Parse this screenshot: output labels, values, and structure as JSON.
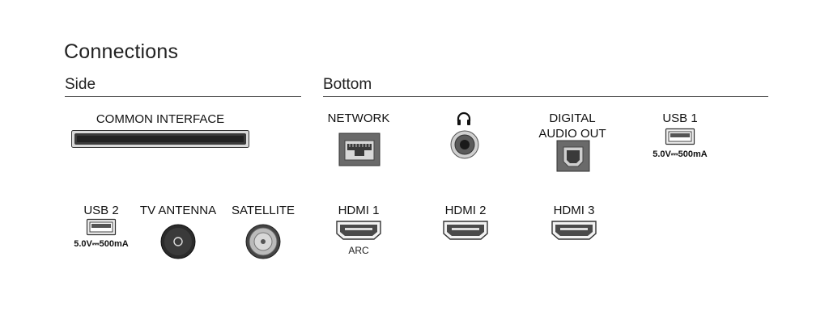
{
  "title": "Connections",
  "sections": {
    "side": "Side",
    "bottom": "Bottom"
  },
  "ports": {
    "common_interface": "COMMON INTERFACE",
    "usb2": "USB 2",
    "usb2_rating": "5.0V⎓500mA",
    "tv_antenna": "TV ANTENNA",
    "satellite": "SATELLITE",
    "network": "NETWORK",
    "digital_audio_line1": "DIGITAL",
    "digital_audio_line2": "AUDIO OUT",
    "usb1": "USB 1",
    "usb1_rating": "5.0V⎓500mA",
    "hdmi1": "HDMI 1",
    "hdmi1_sub": "ARC",
    "hdmi2": "HDMI 2",
    "hdmi3": "HDMI 3"
  },
  "icons": {
    "headphone": "headphone-icon",
    "usb": "usb-port-icon",
    "hdmi": "hdmi-port-icon",
    "coax": "coax-port-icon",
    "ethernet": "ethernet-port-icon",
    "optical": "optical-port-icon"
  }
}
